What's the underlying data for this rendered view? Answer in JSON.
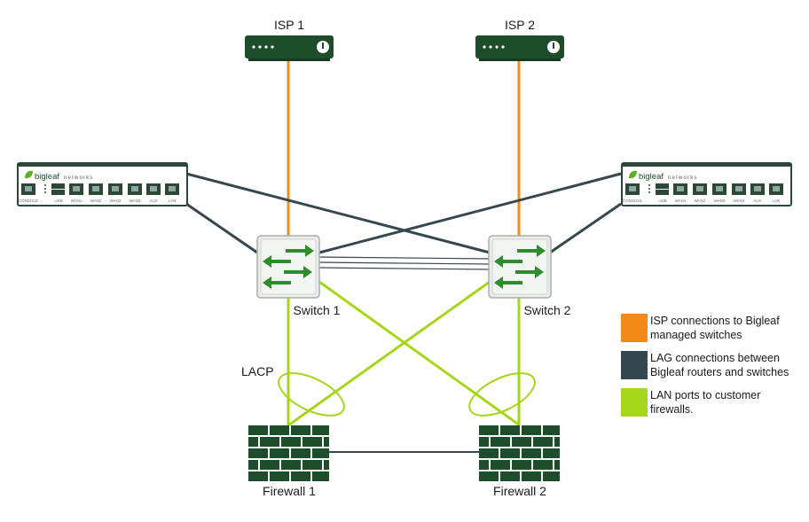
{
  "nodes": {
    "isp1": "ISP 1",
    "isp2": "ISP 2",
    "switch1": "Switch 1",
    "switch2": "Switch 2",
    "firewall1": "Firewall 1",
    "firewall2": "Firewall 2",
    "lacp": "LACP"
  },
  "router": {
    "brand": "bigleaf",
    "brand_sub": "networks",
    "ports": [
      "CONSOLE",
      "USB",
      "WAN1",
      "WAN2",
      "WAN3",
      "WAN4",
      "AUX",
      "LAN"
    ]
  },
  "legend": [
    {
      "color": "#f28a1c",
      "lines": [
        "ISP connections to Bigleaf",
        "managed switches"
      ]
    },
    {
      "color": "#37474f",
      "lines": [
        "LAG connections between",
        "Bigleaf routers and switches"
      ]
    },
    {
      "color": "#a6d61c",
      "lines": [
        "LAN ports to customer",
        "firewalls."
      ]
    }
  ],
  "colors": {
    "isp_link": "#f28a1c",
    "lag_link": "#37474f",
    "lan_link": "#a6d61c",
    "device_green": "#1e4d2b",
    "switch_arrow": "#2e8b2e"
  }
}
